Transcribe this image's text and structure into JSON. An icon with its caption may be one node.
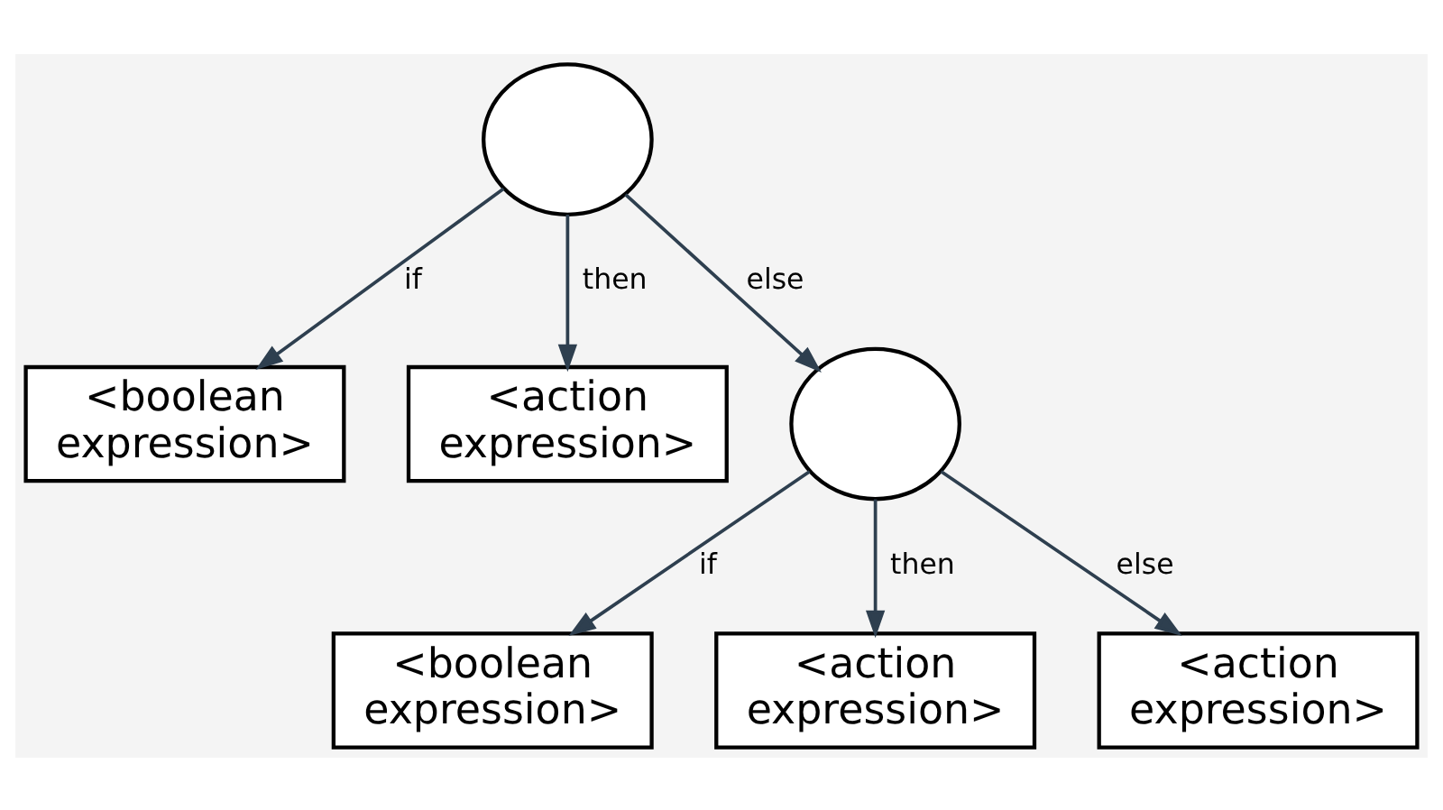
{
  "diagram": {
    "nodes": [
      {
        "text": [],
        "shape": "circle"
      },
      {
        "text": [
          "<boolean expression>"
        ]
      },
      {
        "text": [
          "<action expression>"
        ]
      },
      {
        "text": [],
        "shape": "circle"
      },
      {
        "text": [
          "<boolean expression>"
        ]
      },
      {
        "text": [
          "<action expression>"
        ]
      },
      {
        "text": [
          "<action expression>"
        ]
      }
    ],
    "edges": [
      {
        "from": 0,
        "to": 1,
        "arrow": "to",
        "label": "if"
      },
      {
        "from": 0,
        "to": 2,
        "arrow": "to",
        "label": "then"
      },
      {
        "from": 0,
        "to": 3,
        "arrow": "to",
        "label": "else"
      },
      {
        "from": 3,
        "to": 4,
        "arrow": "to",
        "label": "if"
      },
      {
        "from": 3,
        "to": 5,
        "arrow": "to",
        "label": "then"
      },
      {
        "from": 3,
        "to": 6,
        "arrow": "to",
        "label": "else"
      }
    ]
  }
}
